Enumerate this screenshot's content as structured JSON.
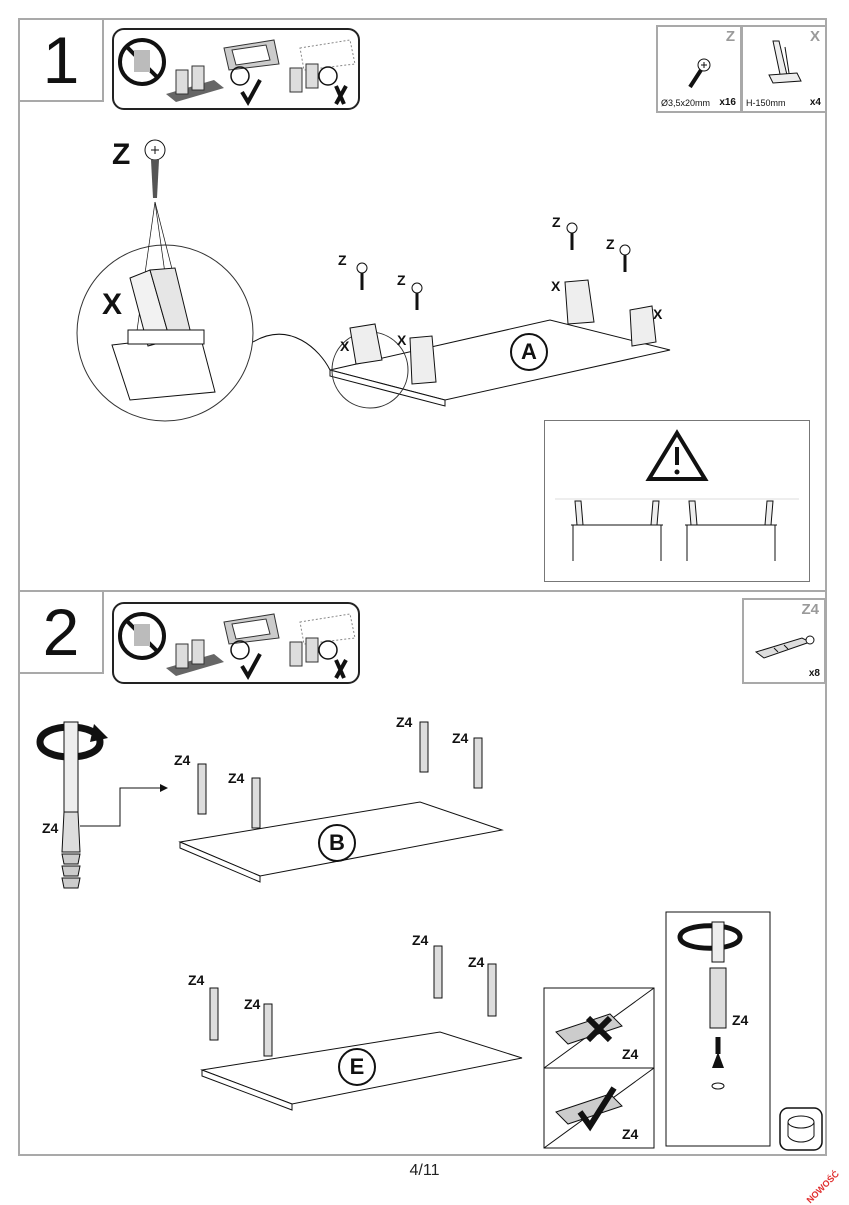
{
  "steps": [
    {
      "number": "1",
      "parts": [
        {
          "letter": "Z",
          "spec": "Ø3,5x20mm",
          "qty": "x16",
          "icon": "screw-icon"
        },
        {
          "letter": "X",
          "spec": "H-150mm",
          "qty": "x4",
          "icon": "leg-bracket-icon"
        }
      ],
      "callouts": {
        "detail_screw": "Z",
        "detail_leg": "X",
        "panel": "A"
      },
      "leg_labels": [
        "Z",
        "Z",
        "Z",
        "Z",
        "X",
        "X",
        "X",
        "X"
      ]
    },
    {
      "number": "2",
      "parts": [
        {
          "letter": "Z4",
          "qty": "x8",
          "icon": "dowel-pin-icon"
        }
      ],
      "tool_label": "Z4",
      "panels": [
        "B",
        "E"
      ],
      "panel_b_labels": [
        "Z4",
        "Z4",
        "Z4",
        "Z4"
      ],
      "panel_e_labels": [
        "Z4",
        "Z4",
        "Z4",
        "Z4"
      ],
      "check_labels": [
        "Z4",
        "Z4"
      ],
      "insert_label": "Z4"
    }
  ],
  "footer": {
    "page": "4/11",
    "stamp": "NOWOŚĆ"
  }
}
